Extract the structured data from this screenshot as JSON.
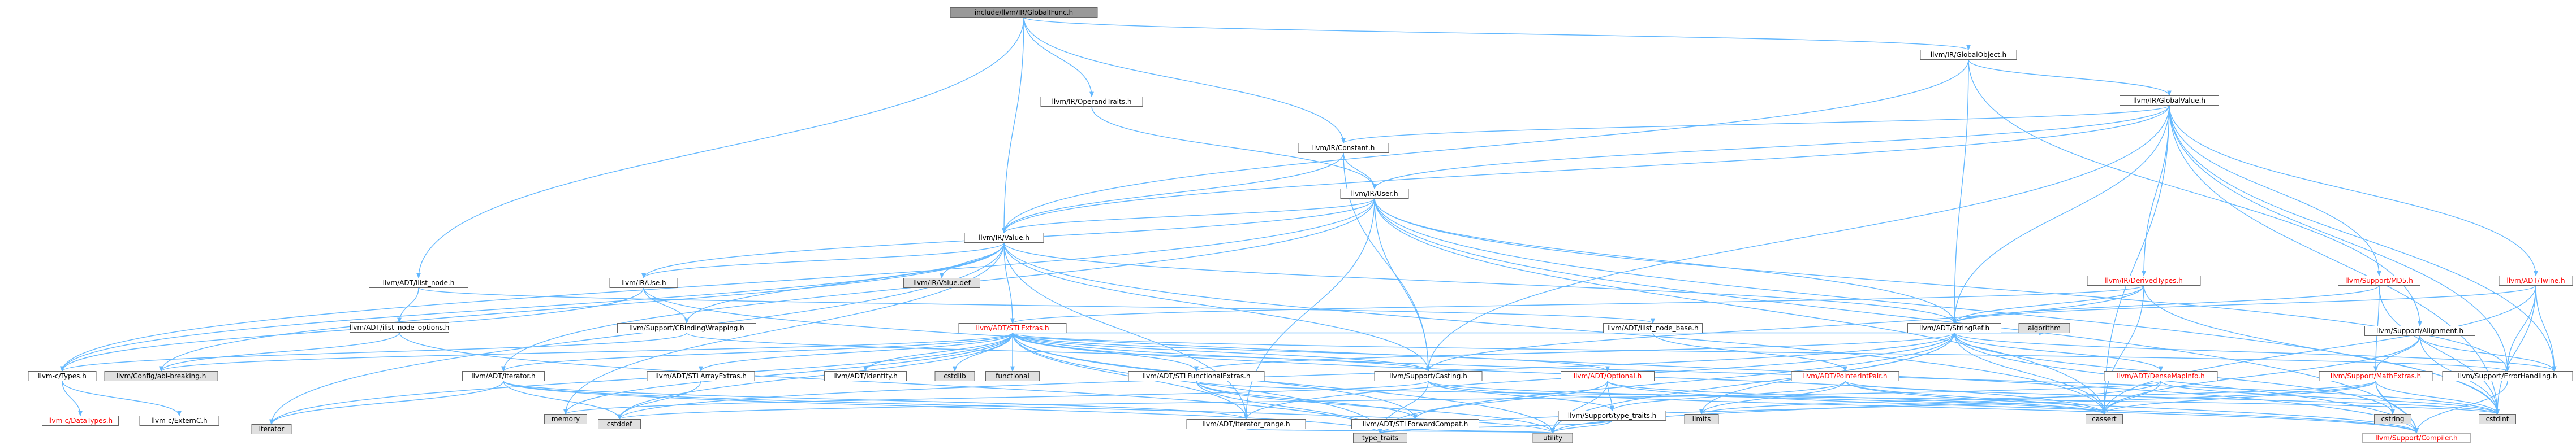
{
  "colors": {
    "edge": "#63b8ff",
    "node_fill": "#ffffff",
    "node_stroke": "#666666",
    "root_fill": "#999999",
    "external_fill": "#e0e0e0",
    "incomplete_text": "#ff0000"
  },
  "nodes": [
    {
      "id": "root",
      "label": "include/llvm/IR/GlobalIFunc.h",
      "kind": "root"
    },
    {
      "id": "globalobject",
      "label": "llvm/IR/GlobalObject.h",
      "kind": "normal"
    },
    {
      "id": "globalvalue",
      "label": "llvm/IR/GlobalValue.h",
      "kind": "normal"
    },
    {
      "id": "operandtraits",
      "label": "llvm/IR/OperandTraits.h",
      "kind": "normal"
    },
    {
      "id": "constant",
      "label": "llvm/IR/Constant.h",
      "kind": "normal"
    },
    {
      "id": "user",
      "label": "llvm/IR/User.h",
      "kind": "normal"
    },
    {
      "id": "value",
      "label": "llvm/IR/Value.h",
      "kind": "normal"
    },
    {
      "id": "ilistnode",
      "label": "llvm/ADT/ilist_node.h",
      "kind": "normal"
    },
    {
      "id": "ilistnodeoptions",
      "label": "llvm/ADT/ilist_node_options.h",
      "kind": "normal"
    },
    {
      "id": "irbuse",
      "label": "llvm/IR/Use.h",
      "kind": "normal"
    },
    {
      "id": "valuedef",
      "label": "llvm/IR/Value.def",
      "kind": "external"
    },
    {
      "id": "cbindingwrapping",
      "label": "llvm/Support/CBindingWrapping.h",
      "kind": "normal"
    },
    {
      "id": "ilistnodebase",
      "label": "llvm/ADT/ilist_node_base.h",
      "kind": "normal"
    },
    {
      "id": "derivedtypes",
      "label": "llvm/IR/DerivedTypes.h",
      "kind": "red"
    },
    {
      "id": "md5",
      "label": "llvm/Support/MD5.h",
      "kind": "red"
    },
    {
      "id": "twine",
      "label": "llvm/ADT/Twine.h",
      "kind": "red"
    },
    {
      "id": "stlextras",
      "label": "llvm/ADT/STLExtras.h",
      "kind": "red"
    },
    {
      "id": "stringref",
      "label": "llvm/ADT/StringRef.h",
      "kind": "normal"
    },
    {
      "id": "alignment",
      "label": "llvm/Support/Alignment.h",
      "kind": "normal"
    },
    {
      "id": "ctypes",
      "label": "llvm-c/Types.h",
      "kind": "normal"
    },
    {
      "id": "configabi",
      "label": "llvm/Config/abi-breaking.h",
      "kind": "external"
    },
    {
      "id": "iterator",
      "label": "llvm/ADT/iterator.h",
      "kind": "normal"
    },
    {
      "id": "stlarrayextras",
      "label": "llvm/ADT/STLArrayExtras.h",
      "kind": "normal"
    },
    {
      "id": "identity",
      "label": "llvm/ADT/identity.h",
      "kind": "normal"
    },
    {
      "id": "cstdlib",
      "label": "cstdlib",
      "kind": "external"
    },
    {
      "id": "functional",
      "label": "functional",
      "kind": "external"
    },
    {
      "id": "stlfunctionalextras",
      "label": "llvm/ADT/STLFunctionalExtras.h",
      "kind": "normal"
    },
    {
      "id": "casting",
      "label": "llvm/Support/Casting.h",
      "kind": "normal"
    },
    {
      "id": "optional",
      "label": "llvm/ADT/Optional.h",
      "kind": "red"
    },
    {
      "id": "pointerintpair",
      "label": "llvm/ADT/PointerIntPair.h",
      "kind": "red"
    },
    {
      "id": "algorithm",
      "label": "algorithm",
      "kind": "external"
    },
    {
      "id": "densemapinfo",
      "label": "llvm/ADT/DenseMapInfo.h",
      "kind": "red"
    },
    {
      "id": "mathextras",
      "label": "llvm/Support/MathExtras.h",
      "kind": "red"
    },
    {
      "id": "string",
      "label": "string",
      "kind": "external"
    },
    {
      "id": "errorhandling",
      "label": "llvm/Support/ErrorHandling.h",
      "kind": "normal"
    },
    {
      "id": "datatypes",
      "label": "llvm-c/DataTypes.h",
      "kind": "red"
    },
    {
      "id": "externc",
      "label": "llvm-c/ExternC.h",
      "kind": "normal"
    },
    {
      "id": "iteratorstd",
      "label": "iterator",
      "kind": "external"
    },
    {
      "id": "memory",
      "label": "memory",
      "kind": "external"
    },
    {
      "id": "cstddef",
      "label": "cstddef",
      "kind": "external"
    },
    {
      "id": "iteratorrange",
      "label": "llvm/ADT/iterator_range.h",
      "kind": "normal"
    },
    {
      "id": "stlforwardcompat",
      "label": "llvm/ADT/STLForwardCompat.h",
      "kind": "normal"
    },
    {
      "id": "typetraitsllvm",
      "label": "llvm/Support/type_traits.h",
      "kind": "normal"
    },
    {
      "id": "limits",
      "label": "limits",
      "kind": "external"
    },
    {
      "id": "cassert",
      "label": "cassert",
      "kind": "external"
    },
    {
      "id": "cstring",
      "label": "cstring",
      "kind": "external"
    },
    {
      "id": "cstdint",
      "label": "cstdint",
      "kind": "external"
    },
    {
      "id": "typetraits",
      "label": "type_traits",
      "kind": "external"
    },
    {
      "id": "utility",
      "label": "utility",
      "kind": "external"
    },
    {
      "id": "compiler",
      "label": "llvm/Support/Compiler.h",
      "kind": "red"
    }
  ]
}
